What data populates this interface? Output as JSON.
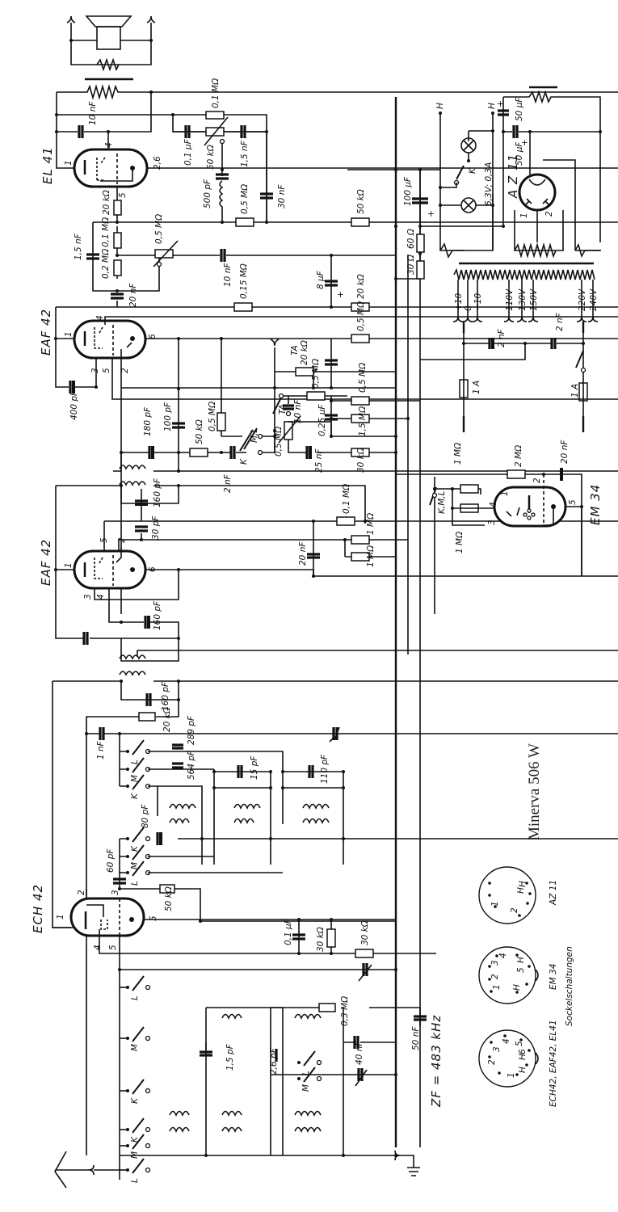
{
  "title": "Minerva 506 W",
  "if_frequency": "ZF = 483 kHz",
  "tubes": {
    "output": "EL 41",
    "af_preamp": "EAF 42",
    "if_amp": "EAF 42",
    "mixer": "ECH 42",
    "tuning_eye": "EM 34",
    "rectifier": "A Z 11"
  },
  "socket_diagrams": {
    "caption": "Sockelschaltungen",
    "items": [
      {
        "label": "ECH42, EAF42, EL41",
        "pins": [
          "1",
          "2",
          "3",
          "4",
          "5",
          "6",
          "H",
          "H"
        ]
      },
      {
        "label": "EM 34",
        "pins": [
          "1",
          "2",
          "3",
          "4",
          "5",
          "H",
          "H"
        ]
      },
      {
        "label": "AZ 11",
        "pins": [
          "1",
          "2",
          "H",
          "H"
        ]
      }
    ]
  },
  "output_stage": {
    "plate_cap": "10 nF",
    "screen_res": "20 kΩ",
    "fb_res": "0,1 MΩ",
    "fb_cap": "0,1 µF",
    "tone_pot": "50 kΩ",
    "tone_cap": "1,5 nF",
    "coupling_cap": "500 pF",
    "grid_res": "0,5 MΩ",
    "bypass_cap": "30 nF",
    "supply_res": "50 kΩ",
    "pin_labels": [
      "1",
      "4",
      "5",
      "2,6"
    ]
  },
  "power_supply": {
    "filter_cap_1": "50 µF",
    "filter_cap_2": "50 µF",
    "reservoir_cap": "100 µF",
    "pilot_lamps": "6,3V; 0,3A",
    "switch": "K",
    "heater_taps": [
      "H",
      "H"
    ],
    "bias_res_1": "60 Ω",
    "bias_res_2": "30 Ω",
    "mains_taps": [
      "+10",
      "0",
      "−10",
      "110V",
      "130V",
      "150V",
      "220V",
      "240V"
    ],
    "line_caps": [
      "2 nF",
      "2 nF"
    ],
    "fuses": [
      "1 A",
      "1 A"
    ]
  },
  "af_stage": {
    "coupling_cap": "1,5 nF",
    "res_a": "0,1 MΩ",
    "res_b": "0,2 MΩ",
    "volume_pot": "0,5 MΩ",
    "grid_cap": "20 nF",
    "tone_cap": "10 nF",
    "plate_res": "0,15 MΩ",
    "decoupling_cap": "8 µF",
    "decoupling_res": "20 kΩ",
    "screen_res": "0,5 MΩ",
    "grid_cap_2": "400 pF",
    "pin_labels": [
      "1",
      "2",
      "3",
      "4",
      "5",
      "6"
    ],
    "pickup_jack": "TA",
    "ta_res": "20 kΩ",
    "ta_switch": "TA",
    "tone_cap_2": "10 nF",
    "pot_2": "0,5 MΩ",
    "res_c": "0,5 MΩ",
    "res_d": "0,5 MΩ",
    "cap_c": "0,25 µF",
    "res_e": "1,5 MΩ",
    "cap_d": "25 nF",
    "res_f": "30 kΩ",
    "det_cap_1": "180 pF",
    "det_cap_2": "100 pF",
    "det_res": "50 kΩ",
    "det_res_2": "0,5 MΩ",
    "switch_labels": [
      "K",
      "M",
      "L"
    ]
  },
  "if_stage": {
    "if_cap_1": "160 pF",
    "coupling_cap": "30 pF",
    "agc_res": "0,1 MΩ",
    "agc_res_2": "1 MΩ",
    "agc_res_3": "1 MΩ",
    "agc_cap": "20 nF",
    "if_cap_2": "160 pF",
    "small_cap": "2 nF",
    "pin_labels": [
      "1",
      "2",
      "3",
      "4",
      "5",
      "6"
    ]
  },
  "tuning_eye_stage": {
    "res_1": "1 MΩ",
    "res_2": "1 MΩ",
    "res_3": "2 MΩ",
    "cap": "20 nF",
    "switch": "K,M,L",
    "pin_labels": [
      "1",
      "2",
      "3",
      "4",
      "5"
    ]
  },
  "oscillator": {
    "if_cap": "160 pF",
    "if_res": "20 kΩ",
    "coupling_cap": "1 nF",
    "padder_l": "289 pF",
    "padder_m": "564 pF",
    "trim_1": "15 pF",
    "trim_2": "110 pF",
    "k_cap": "80 pF",
    "grid_cap": "60 pF",
    "grid_res": "50 kΩ",
    "switch_labels": [
      "L",
      "M",
      "K",
      "K",
      "M",
      "L"
    ]
  },
  "mixer_stage": {
    "screen_cap": "0,1 µF",
    "screen_res": "30 kΩ",
    "agc_res": "30 kΩ",
    "pin_labels": [
      "1",
      "2",
      "3",
      "4",
      "5"
    ]
  },
  "input_stage": {
    "cap_1": "1,5 pF",
    "cap_2": "2,6 pF",
    "res": "0,3 MΩ",
    "cap_3": "40 nF",
    "cap_4": "50 nF",
    "switch_labels": [
      "L",
      "M",
      "K",
      "K",
      "M",
      "L",
      "L",
      "M"
    ]
  }
}
